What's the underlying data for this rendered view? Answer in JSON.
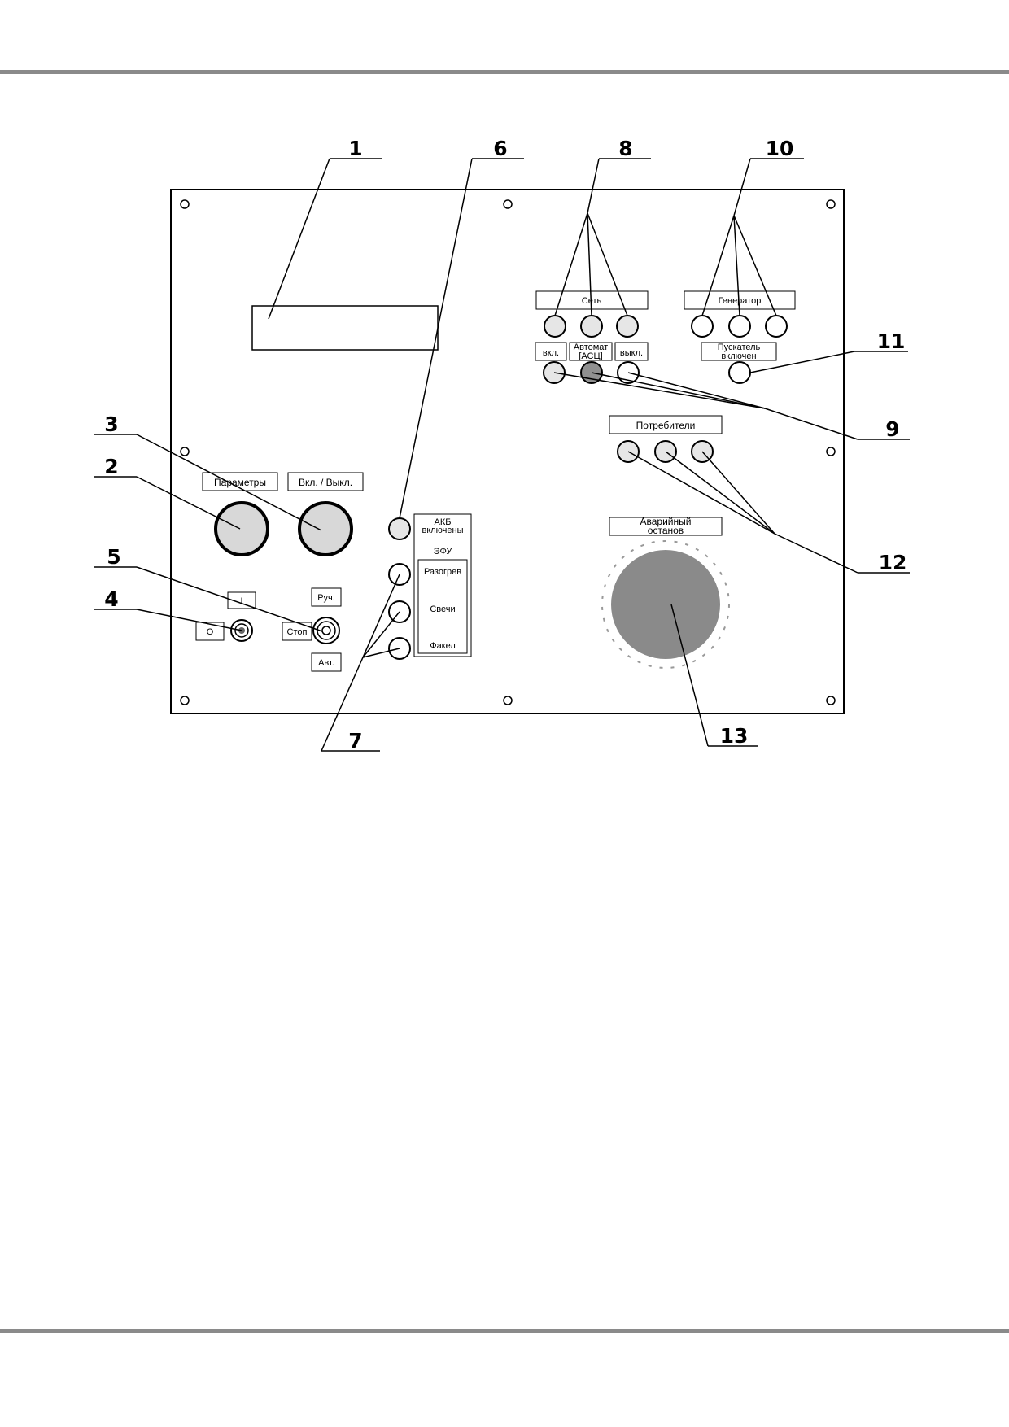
{
  "callouts": [
    "1",
    "2",
    "3",
    "4",
    "5",
    "6",
    "7",
    "8",
    "9",
    "10",
    "11",
    "12",
    "13"
  ],
  "panel_labels": {
    "set": "Сеть",
    "generator": "Генератор",
    "vkl": "вкл.",
    "avtomat_line1": "Автомат",
    "avtomat_line2": "[АСЦ]",
    "vykl": "выкл.",
    "puskatel_line1": "Пускатель",
    "puskatel_line2": "включен",
    "potrebiteli": "Потребители",
    "avariyny_line1": "Аварийный",
    "avariyny_line2": "останов",
    "parametry": "Параметры",
    "vkl_vykl": "Вкл. / Выкл.",
    "ake_line1": "АКБ",
    "ake_line2": "включены",
    "efu": "ЭФУ",
    "razogrev": "Разогрев",
    "svechi": "Свечи",
    "fakel": "Факел",
    "switch_on": "I",
    "switch_off": "O",
    "ruch": "Руч.",
    "stop": "Стоп",
    "avt": "Авт."
  }
}
